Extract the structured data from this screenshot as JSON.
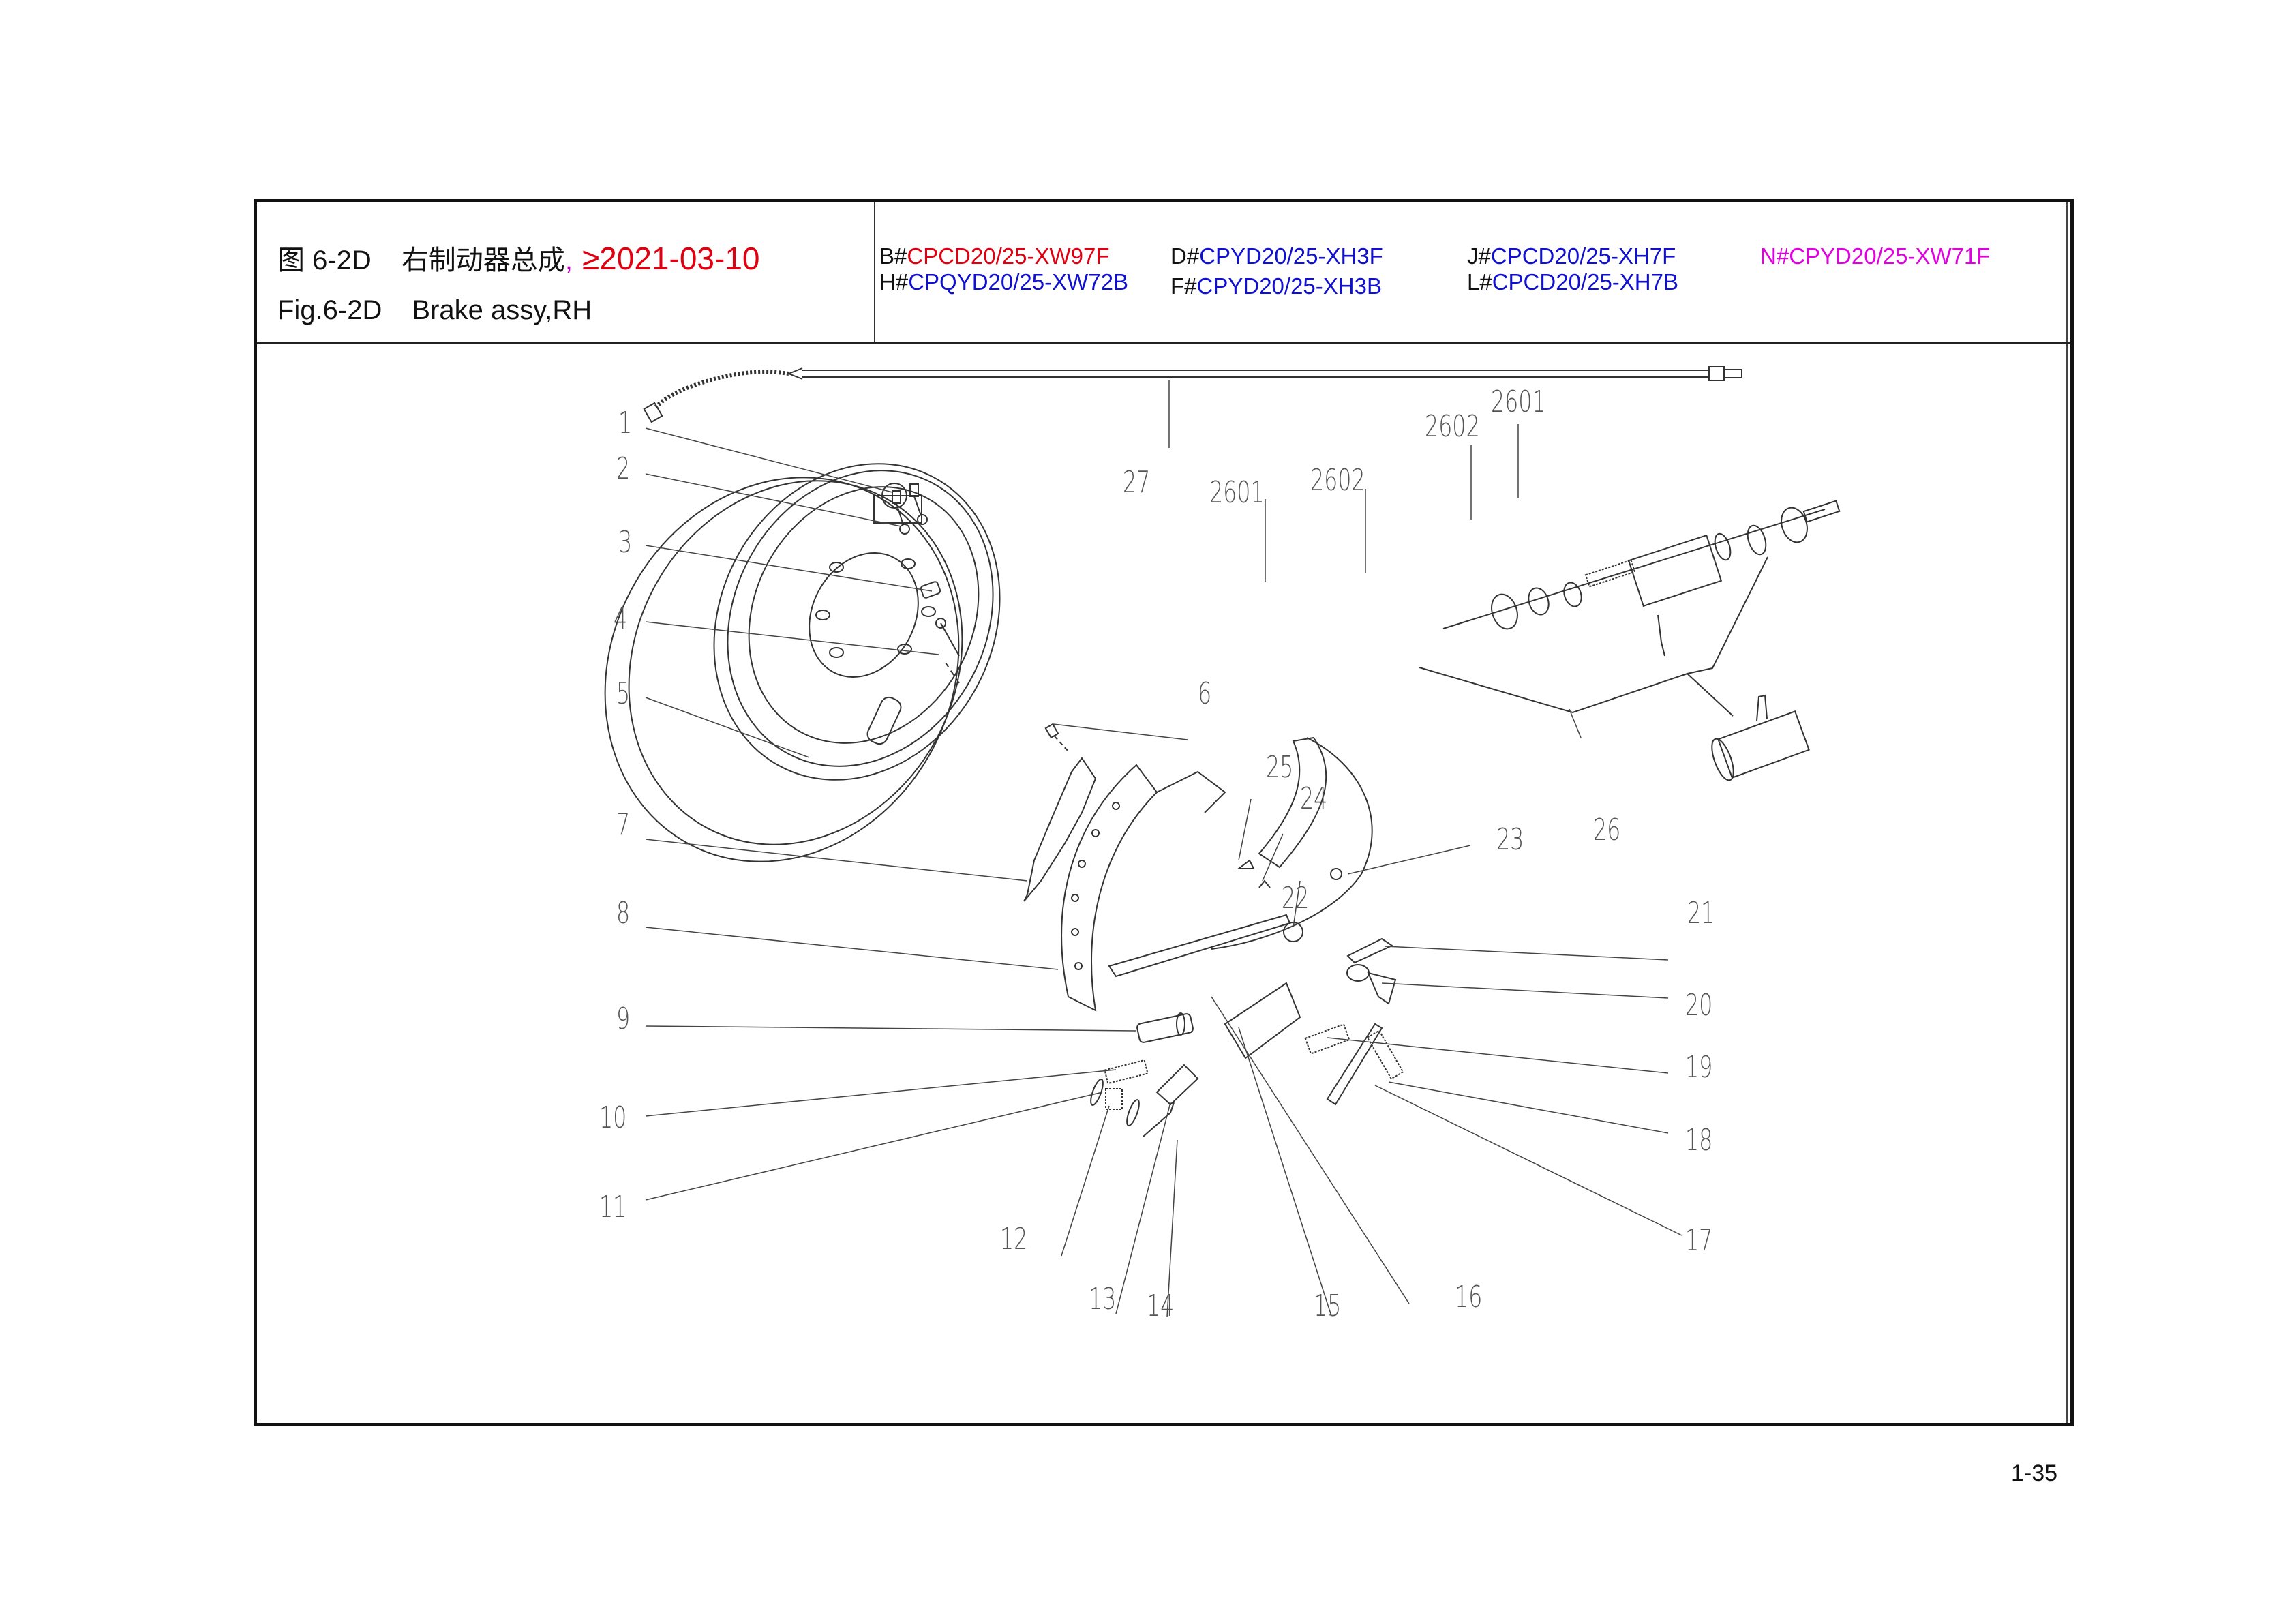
{
  "header": {
    "title_cn_prefix": "图 6-2D",
    "title_cn_name": "右制动器总成",
    "title_cn_comma": ",",
    "title_cn_date": "≥2021-03-10",
    "title_en_prefix": "Fig.6-2D",
    "title_en_name": "Brake assy,RH",
    "models": [
      {
        "prefix": "B#",
        "code": "CPCD20/25-XW97F",
        "color": "#e00010"
      },
      {
        "prefix": "H#",
        "code": "CPQYD20/25-XW72B",
        "color": "#1010d0"
      },
      {
        "prefix": "D#",
        "code": "CPYD20/25-XH3F",
        "color": "#1010d0"
      },
      {
        "prefix": "F#",
        "code": "CPYD20/25-XH3B",
        "color": "#1010d0"
      },
      {
        "prefix": "J#",
        "code": "CPCD20/25-XH7F",
        "color": "#1010d0"
      },
      {
        "prefix": "L#",
        "code": "CPCD20/25-XH7B",
        "color": "#1010d0"
      },
      {
        "prefix": "N#",
        "code": "CPYD20/25-XW71F",
        "color": "#e000e0"
      }
    ]
  },
  "diagram": {
    "callouts": {
      "c1": "1",
      "c2": "2",
      "c3": "3",
      "c4": "4",
      "c5": "5",
      "c6": "6",
      "c7": "7",
      "c8": "8",
      "c9": "9",
      "c10": "10",
      "c11": "11",
      "c12": "12",
      "c13": "13",
      "c14": "14",
      "c15": "15",
      "c16": "16",
      "c17": "17",
      "c18": "18",
      "c19": "19",
      "c20": "20",
      "c21": "21",
      "c22": "22",
      "c23": "23",
      "c24": "24",
      "c25": "25",
      "c26": "26",
      "c27": "27",
      "c2601a": "2601",
      "c2602a": "2602",
      "c2602b": "2602",
      "c2601b": "2601"
    }
  },
  "footer": {
    "page_number": "1-35"
  }
}
